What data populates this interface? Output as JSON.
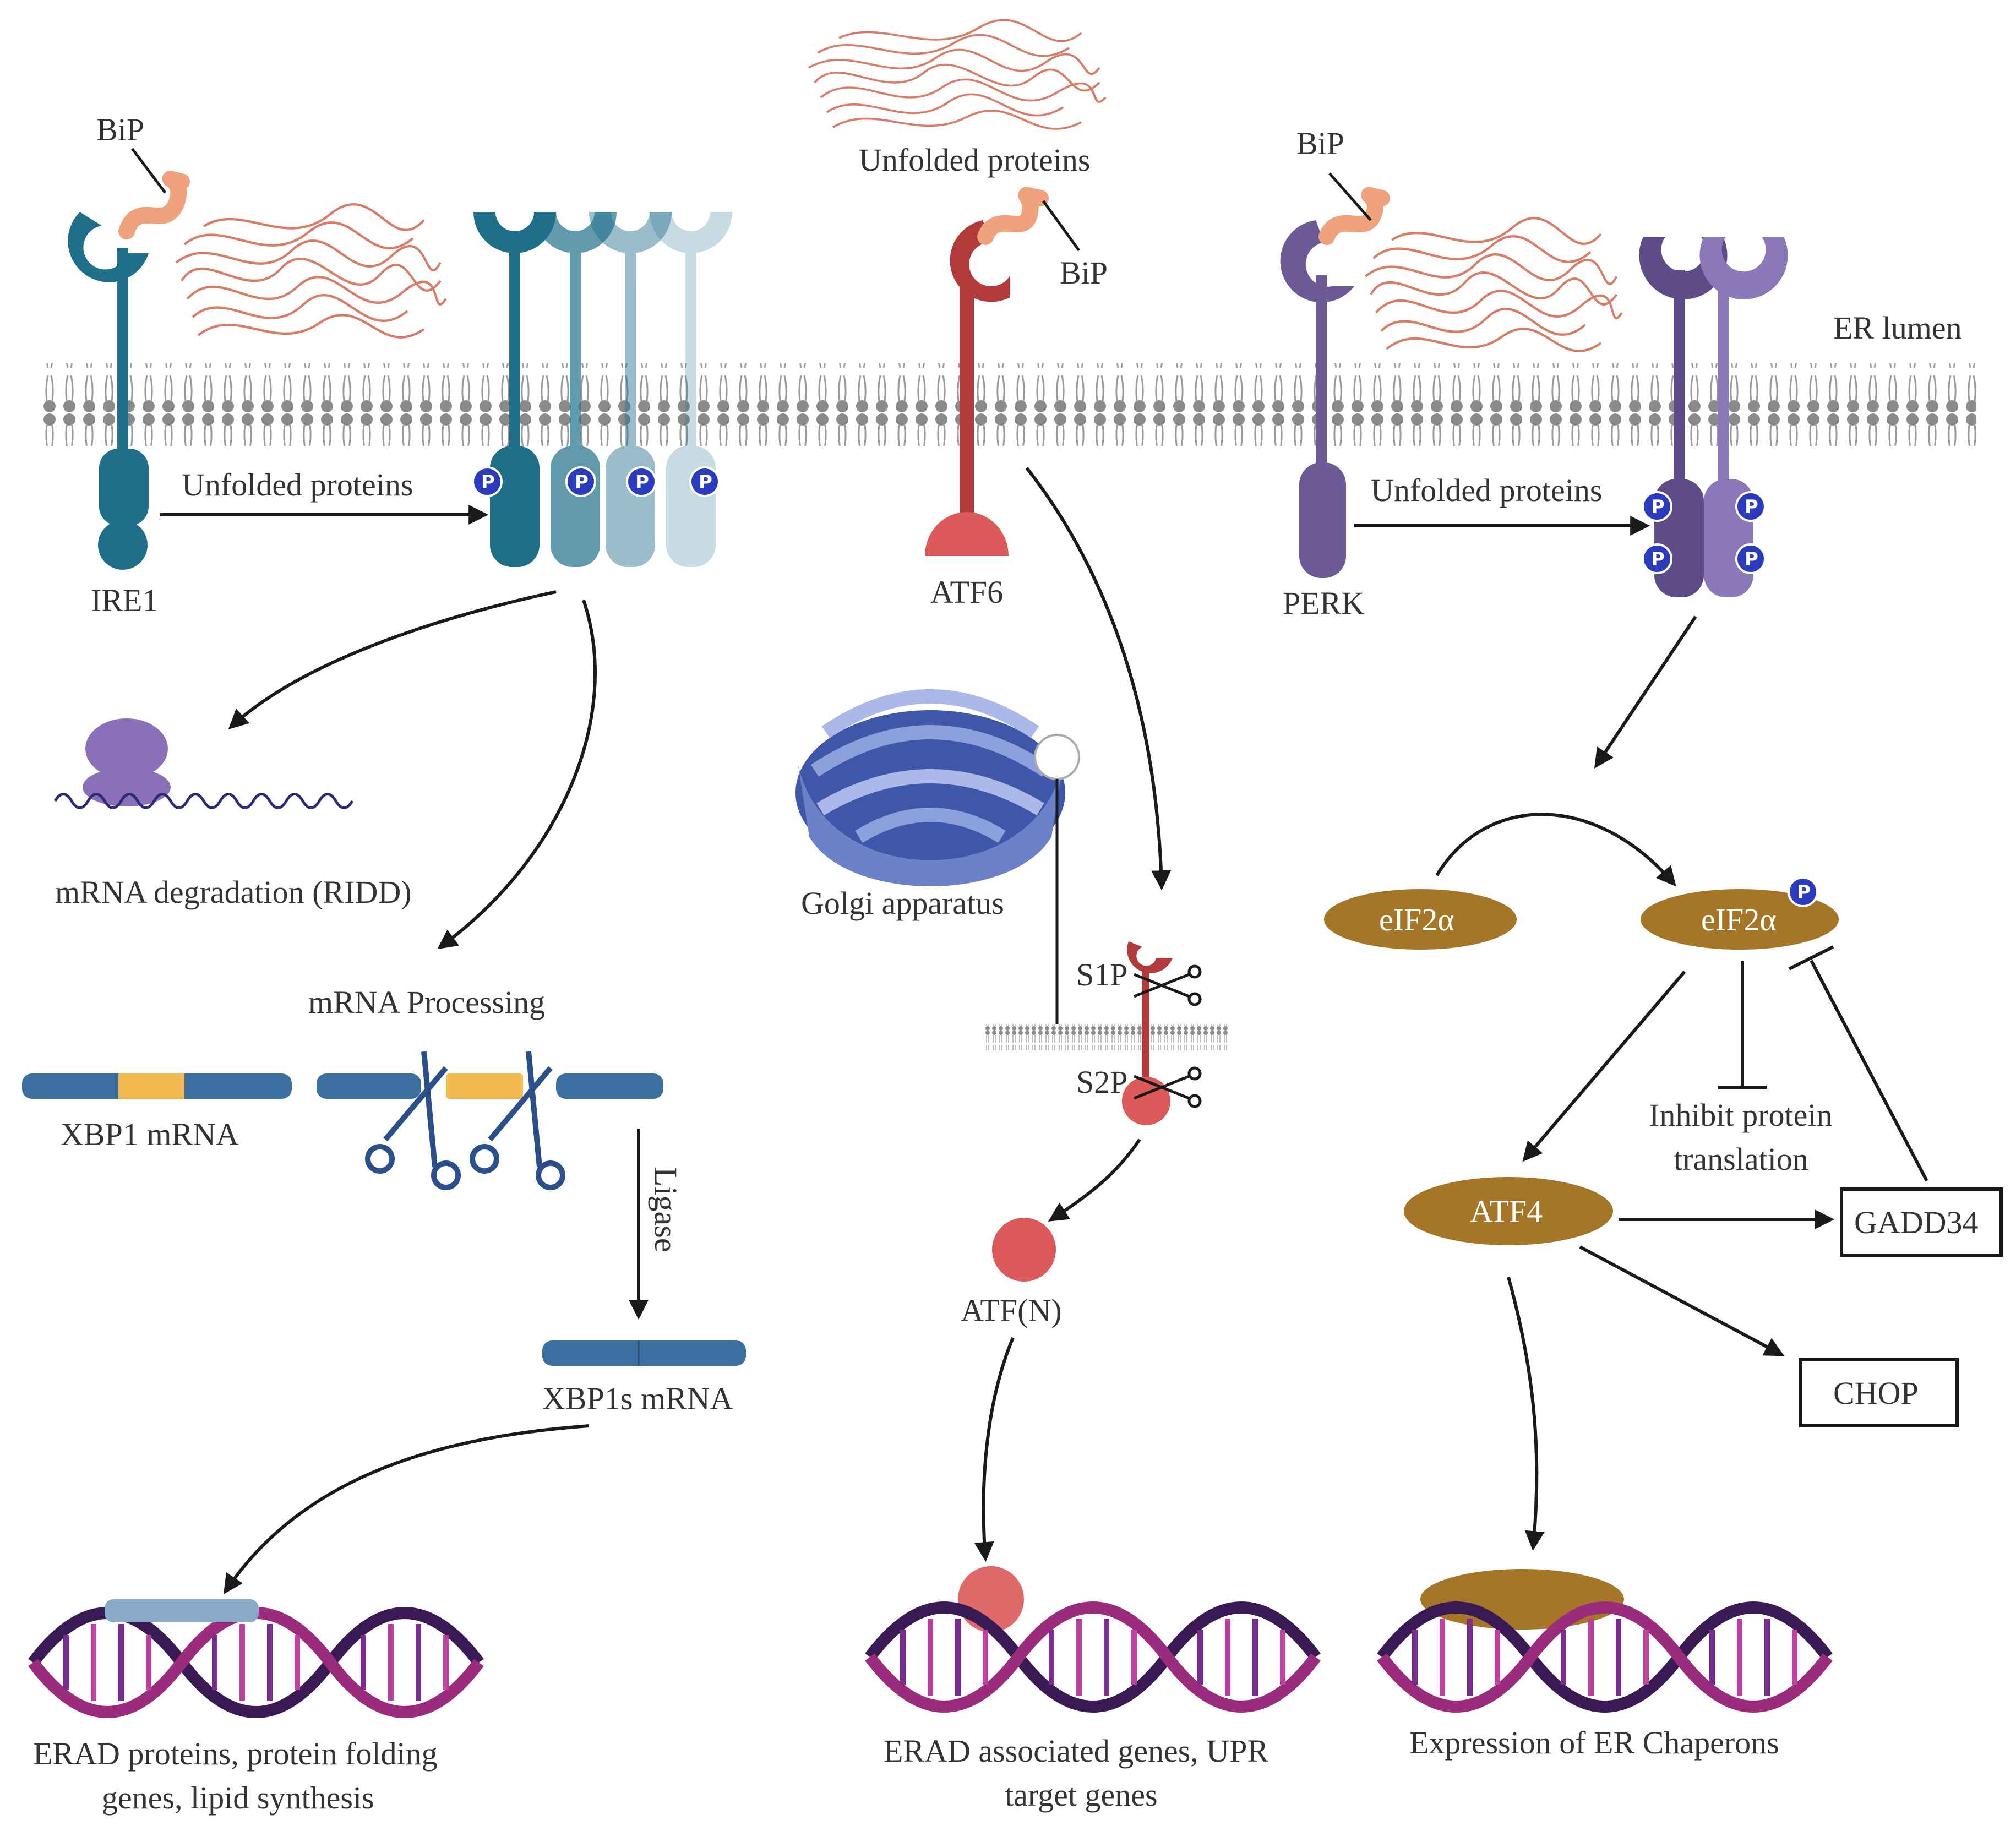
{
  "colors": {
    "ire1": "#1f6f8b",
    "atf6": "#b23a3a",
    "perk": "#6b5a96",
    "eif2a": "#a67628",
    "unfolded": "#d97c67",
    "bip": "#f0a27c",
    "phospho": "#2a3bbf",
    "membrane": "#888888",
    "dna_dark": "#3a1a55",
    "dna_mid": "#9b2b7d",
    "golgi": "#6b82c9"
  },
  "labels": {
    "bip_left": "BiP",
    "bip_center": "BiP",
    "bip_right": "BiP",
    "unfolded_top": "Unfolded proteins",
    "er_lumen": "ER lumen",
    "unfolded_ire1": "Unfolded proteins",
    "unfolded_perk": "Unfolded proteins",
    "ire1": "IRE1",
    "atf6": "ATF6",
    "perk": "PERK",
    "ridd": "mRNA degradation (RIDD)",
    "mrna_processing": "mRNA Processing",
    "xbp1_mrna": "XBP1 mRNA",
    "ligase": "Ligase",
    "xbp1s_mrna": "XBP1s mRNA",
    "ire1_output_line1": "ERAD proteins, protein folding",
    "ire1_output_line2": "genes, lipid synthesis",
    "golgi": "Golgi apparatus",
    "s1p": "S1P",
    "s2p": "S2P",
    "atfn": "ATF(N)",
    "atf6_output_line1": "ERAD associated genes, UPR",
    "atf6_output_line2": "target genes",
    "eif2a": "eIF2α",
    "eif2a_p": "eIF2α",
    "inhibit_line1": "Inhibit protein",
    "inhibit_line2": "translation",
    "atf4": "ATF4",
    "gadd34": "GADD34",
    "chop": "CHOP",
    "perk_output": "Expression of ER Chaperons",
    "p": "P"
  }
}
